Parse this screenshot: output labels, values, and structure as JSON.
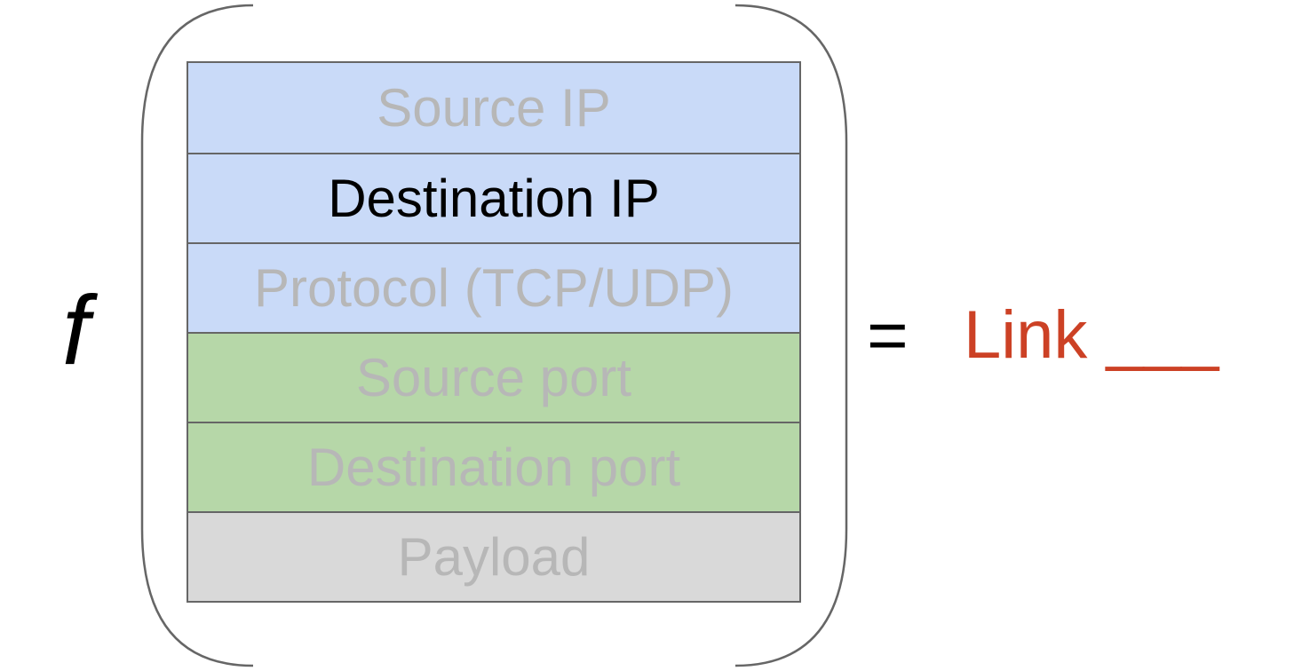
{
  "function_symbol": "f",
  "equals": "=",
  "result_text": "Link ___",
  "colors": {
    "ip_layer_bg": "#c9daf8",
    "transport_layer_bg": "#b6d7a8",
    "payload_bg": "#d9d9d9",
    "dim_text": "#b7b7b7",
    "highlight_text": "#000000",
    "result_text": "#cc4125",
    "border": "#666666"
  },
  "fields": [
    {
      "label": "Source IP",
      "group": "ip",
      "highlighted": false
    },
    {
      "label": "Destination IP",
      "group": "ip",
      "highlighted": true
    },
    {
      "label": "Protocol (TCP/UDP)",
      "group": "ip",
      "highlighted": false
    },
    {
      "label": "Source port",
      "group": "transport",
      "highlighted": false
    },
    {
      "label": "Destination port",
      "group": "transport",
      "highlighted": false
    },
    {
      "label": "Payload",
      "group": "payload",
      "highlighted": false
    }
  ]
}
